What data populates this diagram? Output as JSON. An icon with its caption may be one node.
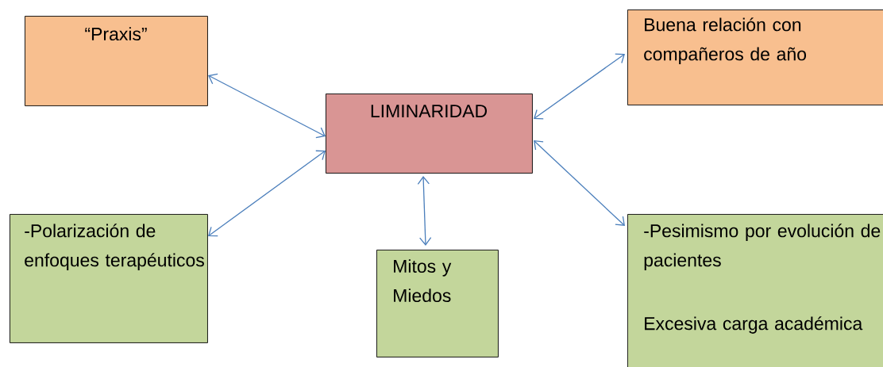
{
  "diagram": {
    "nodes": [
      {
        "text": [
          "“Praxis”"
        ]
      },
      {
        "text": [
          "LIMINARIDAD"
        ]
      },
      {
        "text": [
          "Buena relación con compañeros de año"
        ]
      },
      {
        "text": [
          "-Polarización de enfoques terapéuticos"
        ]
      },
      {
        "text": [
          "Mitos y Miedos"
        ]
      },
      {
        "text": [
          "-Pesimismo por evolución de pacientes",
          "Excesiva carga académica"
        ]
      }
    ],
    "edges": [
      {
        "from": 1,
        "to": 0,
        "arrow": "both"
      },
      {
        "from": 1,
        "to": 2,
        "arrow": "both"
      },
      {
        "from": 1,
        "to": 3,
        "arrow": "both"
      },
      {
        "from": 1,
        "to": 4,
        "arrow": "both"
      },
      {
        "from": 1,
        "to": 5,
        "arrow": "both"
      }
    ]
  }
}
